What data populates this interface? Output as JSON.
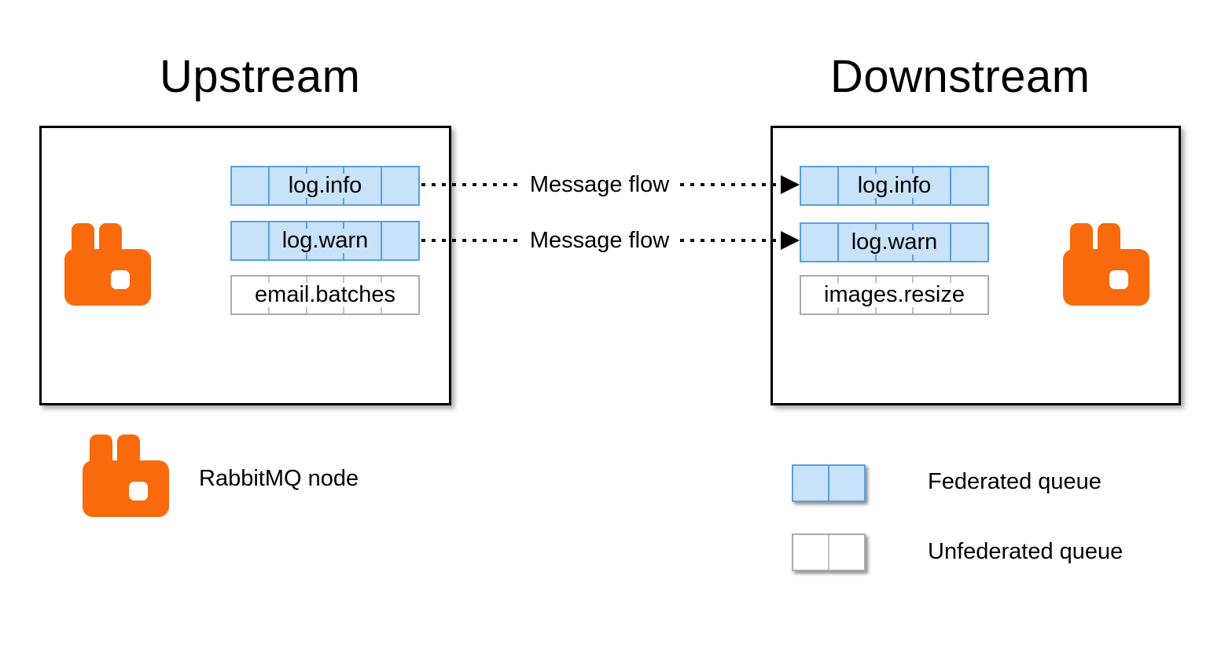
{
  "titles": {
    "upstream": "Upstream",
    "downstream": "Downstream"
  },
  "upstream": {
    "queues": [
      {
        "label": "log.info",
        "type": "federated"
      },
      {
        "label": "log.warn",
        "type": "federated"
      },
      {
        "label": "email.batches",
        "type": "unfederated"
      }
    ]
  },
  "downstream": {
    "queues": [
      {
        "label": "log.info",
        "type": "federated"
      },
      {
        "label": "log.warn",
        "type": "federated"
      },
      {
        "label": "images.resize",
        "type": "unfederated"
      }
    ]
  },
  "flows": [
    {
      "label": "Message flow"
    },
    {
      "label": "Message flow"
    }
  ],
  "legend": {
    "node_label": "RabbitMQ node",
    "federated_label": "Federated queue",
    "unfederated_label": "Unfederated queue"
  },
  "icons": {
    "rabbitmq_logo": "rabbitmq-logo",
    "arrowhead": "right-arrowhead"
  },
  "colors": {
    "rabbit_orange": "#F86A0B",
    "federated_fill": "#C8E2F9",
    "federated_border": "#57A0E5",
    "unfederated_fill": "#FFFFFF",
    "unfederated_border": "#ABABAB",
    "box_border": "#000000",
    "arrow": "#111111"
  }
}
